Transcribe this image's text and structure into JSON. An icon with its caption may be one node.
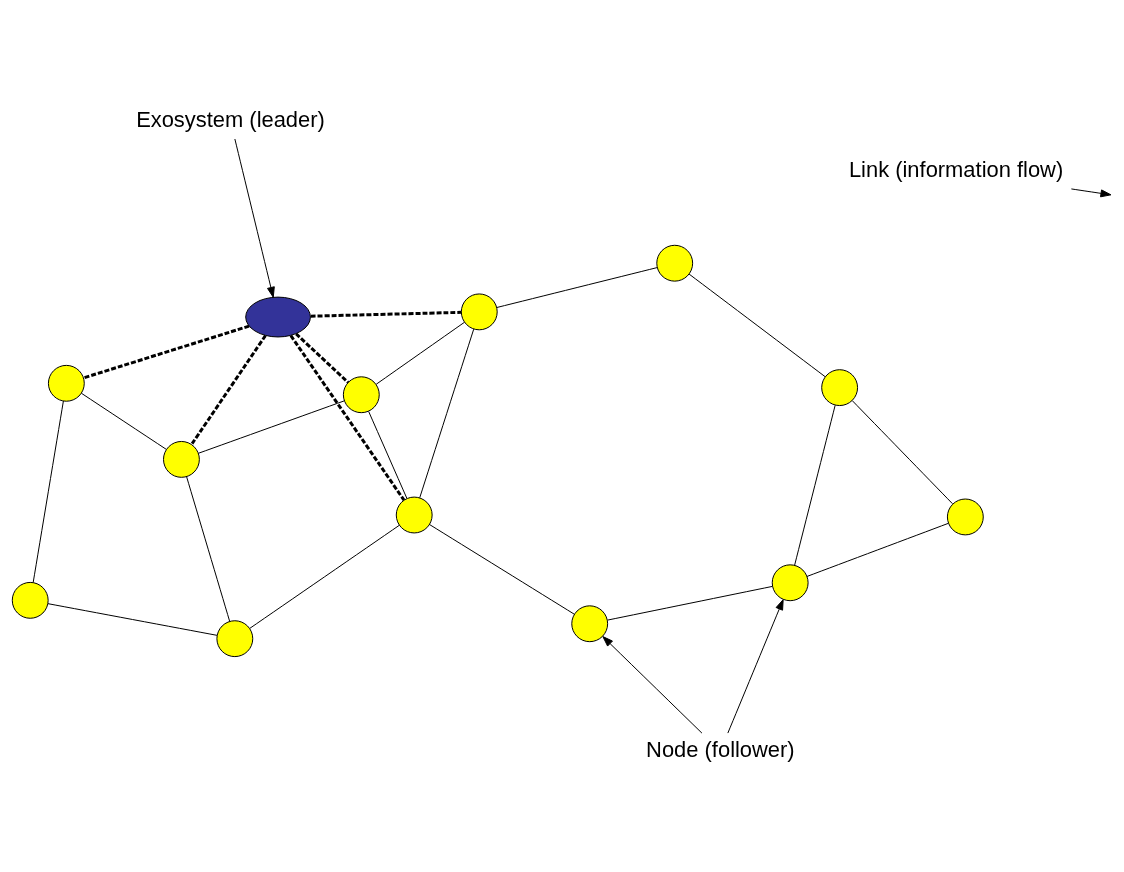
{
  "diagram": {
    "nodes": [
      {
        "text": [
          "Link (information flow)"
        ]
      },
      {
        "text": [
          "Node (follower)"
        ]
      },
      {
        "text": [],
        "shape": "circle"
      },
      {
        "text": [],
        "shape": "circle"
      },
      {
        "text": [],
        "shape": "circle"
      },
      {
        "text": [],
        "shape": "circle"
      },
      {
        "text": [],
        "shape": "circle"
      },
      {
        "text": [],
        "shape": "circle"
      },
      {
        "text": [],
        "shape": "circle"
      },
      {
        "text": [],
        "shape": "circle"
      },
      {
        "text": [],
        "shape": "circle"
      },
      {
        "text": [],
        "shape": "circle"
      },
      {
        "text": [],
        "shape": "circle"
      },
      {
        "text": [],
        "shape": "circle"
      },
      {
        "text": [],
        "shape": "ellipse"
      },
      {
        "text": [
          "Exosystem (leader)"
        ]
      }
    ],
    "edges": [
      {
        "from": 1,
        "to": 2,
        "arrow": "to"
      },
      {
        "from": 1,
        "to": 5,
        "arrow": "to"
      },
      {
        "from": 0,
        "to": null,
        "arrow": "to"
      },
      {
        "from": 15,
        "to": 14,
        "arrow": "to"
      },
      {
        "from": 4,
        "to": 3,
        "arrow": "none"
      },
      {
        "from": 4,
        "to": 9,
        "arrow": "none"
      },
      {
        "from": 3,
        "to": 8,
        "arrow": "none"
      },
      {
        "from": 3,
        "to": 7,
        "arrow": "none"
      },
      {
        "from": 9,
        "to": 8,
        "arrow": "none"
      },
      {
        "from": 8,
        "to": 12,
        "arrow": "none"
      },
      {
        "from": 12,
        "to": 7,
        "arrow": "none"
      },
      {
        "from": 7,
        "to": 2,
        "arrow": "none"
      },
      {
        "from": 7,
        "to": 11,
        "arrow": "none"
      },
      {
        "from": 12,
        "to": 11,
        "arrow": "none"
      },
      {
        "from": 11,
        "to": 6,
        "arrow": "none"
      },
      {
        "from": 6,
        "to": 10,
        "arrow": "none"
      },
      {
        "from": 10,
        "to": 5,
        "arrow": "none"
      },
      {
        "from": 2,
        "to": 5,
        "arrow": "none"
      },
      {
        "from": 10,
        "to": 13,
        "arrow": "none"
      },
      {
        "from": 5,
        "to": 13,
        "arrow": "none"
      },
      {
        "from": 14,
        "to": 9,
        "arrow": "none",
        "style": "dashed"
      },
      {
        "from": 14,
        "to": 8,
        "arrow": "none",
        "style": "dashed"
      },
      {
        "from": 14,
        "to": 12,
        "arrow": "none",
        "style": "dashed"
      },
      {
        "from": 14,
        "to": 7,
        "arrow": "none",
        "style": "dashed"
      },
      {
        "from": 14,
        "to": 11,
        "arrow": "none",
        "style": "dashed"
      }
    ]
  }
}
